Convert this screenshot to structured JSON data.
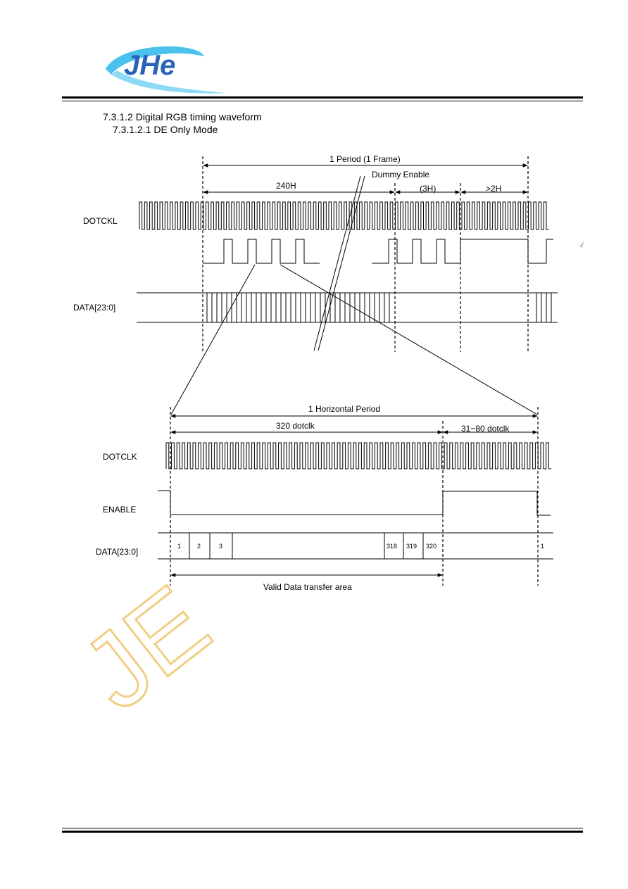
{
  "logo": {
    "text": "JHe"
  },
  "watermark": {
    "text": "JE"
  },
  "section": {
    "heading": "7.3.1.2 Digital RGB timing waveform",
    "subheading": "7.3.1.2.1 DE Only Mode"
  },
  "frame_diagram": {
    "period_label": "1 Period (1 Frame)",
    "dummy_label": "Dummy Enable",
    "span_240h": "240H",
    "span_3h": "(3H)",
    "span_2h": ">2H",
    "dotclk_label": "DOTCKL",
    "data_label": "DATA[23:0]"
  },
  "line_diagram": {
    "period_label": "1 Horizontal Period",
    "span_320": "320 dotclk",
    "span_31_80": "31~80 dotclk",
    "dotclk_label": "DOTCLK",
    "enable_label": "ENABLE",
    "data_label": "DATA[23:0]",
    "cells": [
      "1",
      "2",
      "3",
      "318",
      "319",
      "320",
      "1"
    ],
    "valid_label": "Valid Data transfer area"
  },
  "colors": {
    "ink": "#000000",
    "logo_blue": "#2a62b8",
    "logo_cyan": "#2bb7ea",
    "watermark": "#f0cf83"
  }
}
